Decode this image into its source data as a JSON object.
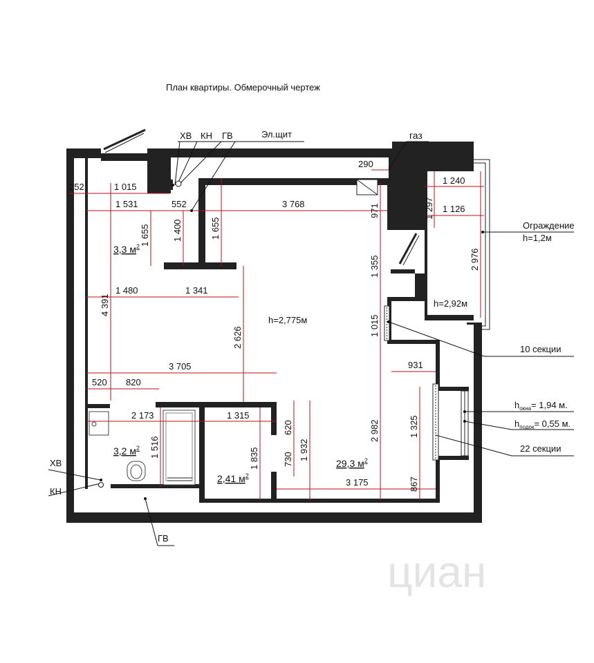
{
  "title": "План квартиры. Обмерочный чертеж",
  "watermark": "циан",
  "colors": {
    "walls": "#222222",
    "dimension_lines": "#b5121b",
    "text": "#111111"
  },
  "risers_top": {
    "hv": "ХВ",
    "kn": "КН",
    "gv": "ГВ"
  },
  "risers_left": {
    "hv": "ХВ",
    "kn": "КН"
  },
  "riser_bottom": "ГВ",
  "electric_panel": "Эл.щит",
  "gas": "газ",
  "railing": {
    "label": "Ограждение",
    "height": "h=1,2м"
  },
  "radiator_10": "10 секции",
  "radiator_22": "22 секции",
  "window_height": {
    "prefix": "h",
    "sub": "окна",
    "value": "= 1,94 м."
  },
  "sill_height": {
    "prefix": "h",
    "sub": "подок",
    "value": "= 0,55 м."
  },
  "ceiling_main": "h=2,775м",
  "ceiling_balcony": "h=2,92м",
  "areas": {
    "entry": {
      "value": "3,3 м",
      "sup": "2"
    },
    "bath": {
      "value": "3,2 м",
      "sup": "2"
    },
    "closet": {
      "value": "2,41 м",
      "sup": "2"
    },
    "main": {
      "value": "29,3 м",
      "sup": "2"
    }
  },
  "dims": {
    "d252": "252",
    "d1015a": "1 015",
    "d1531": "1 531",
    "d552": "552",
    "d3768": "3 768",
    "d290": "290",
    "d971": "971",
    "d1240": "1 240",
    "d1297": "1 297",
    "d1126": "1 126",
    "d2976": "2 976",
    "d1655a": "1 655",
    "d1400": "1 400",
    "d1655b": "1 655",
    "d4391": "4 391",
    "d1480": "1 480",
    "d1341": "1 341",
    "d2626": "2 626",
    "d1355": "1 355",
    "d1015b": "1 015",
    "d3705": "3 705",
    "d931": "931",
    "d520": "520",
    "d820": "820",
    "d2173": "2 173",
    "d1315": "1 315",
    "d620": "620",
    "d1516": "1 516",
    "d1835": "1 835",
    "d730": "730",
    "d1932": "1 932",
    "d2982": "2 982",
    "d1325": "1 325",
    "d3175": "3 175",
    "d867": "867"
  }
}
